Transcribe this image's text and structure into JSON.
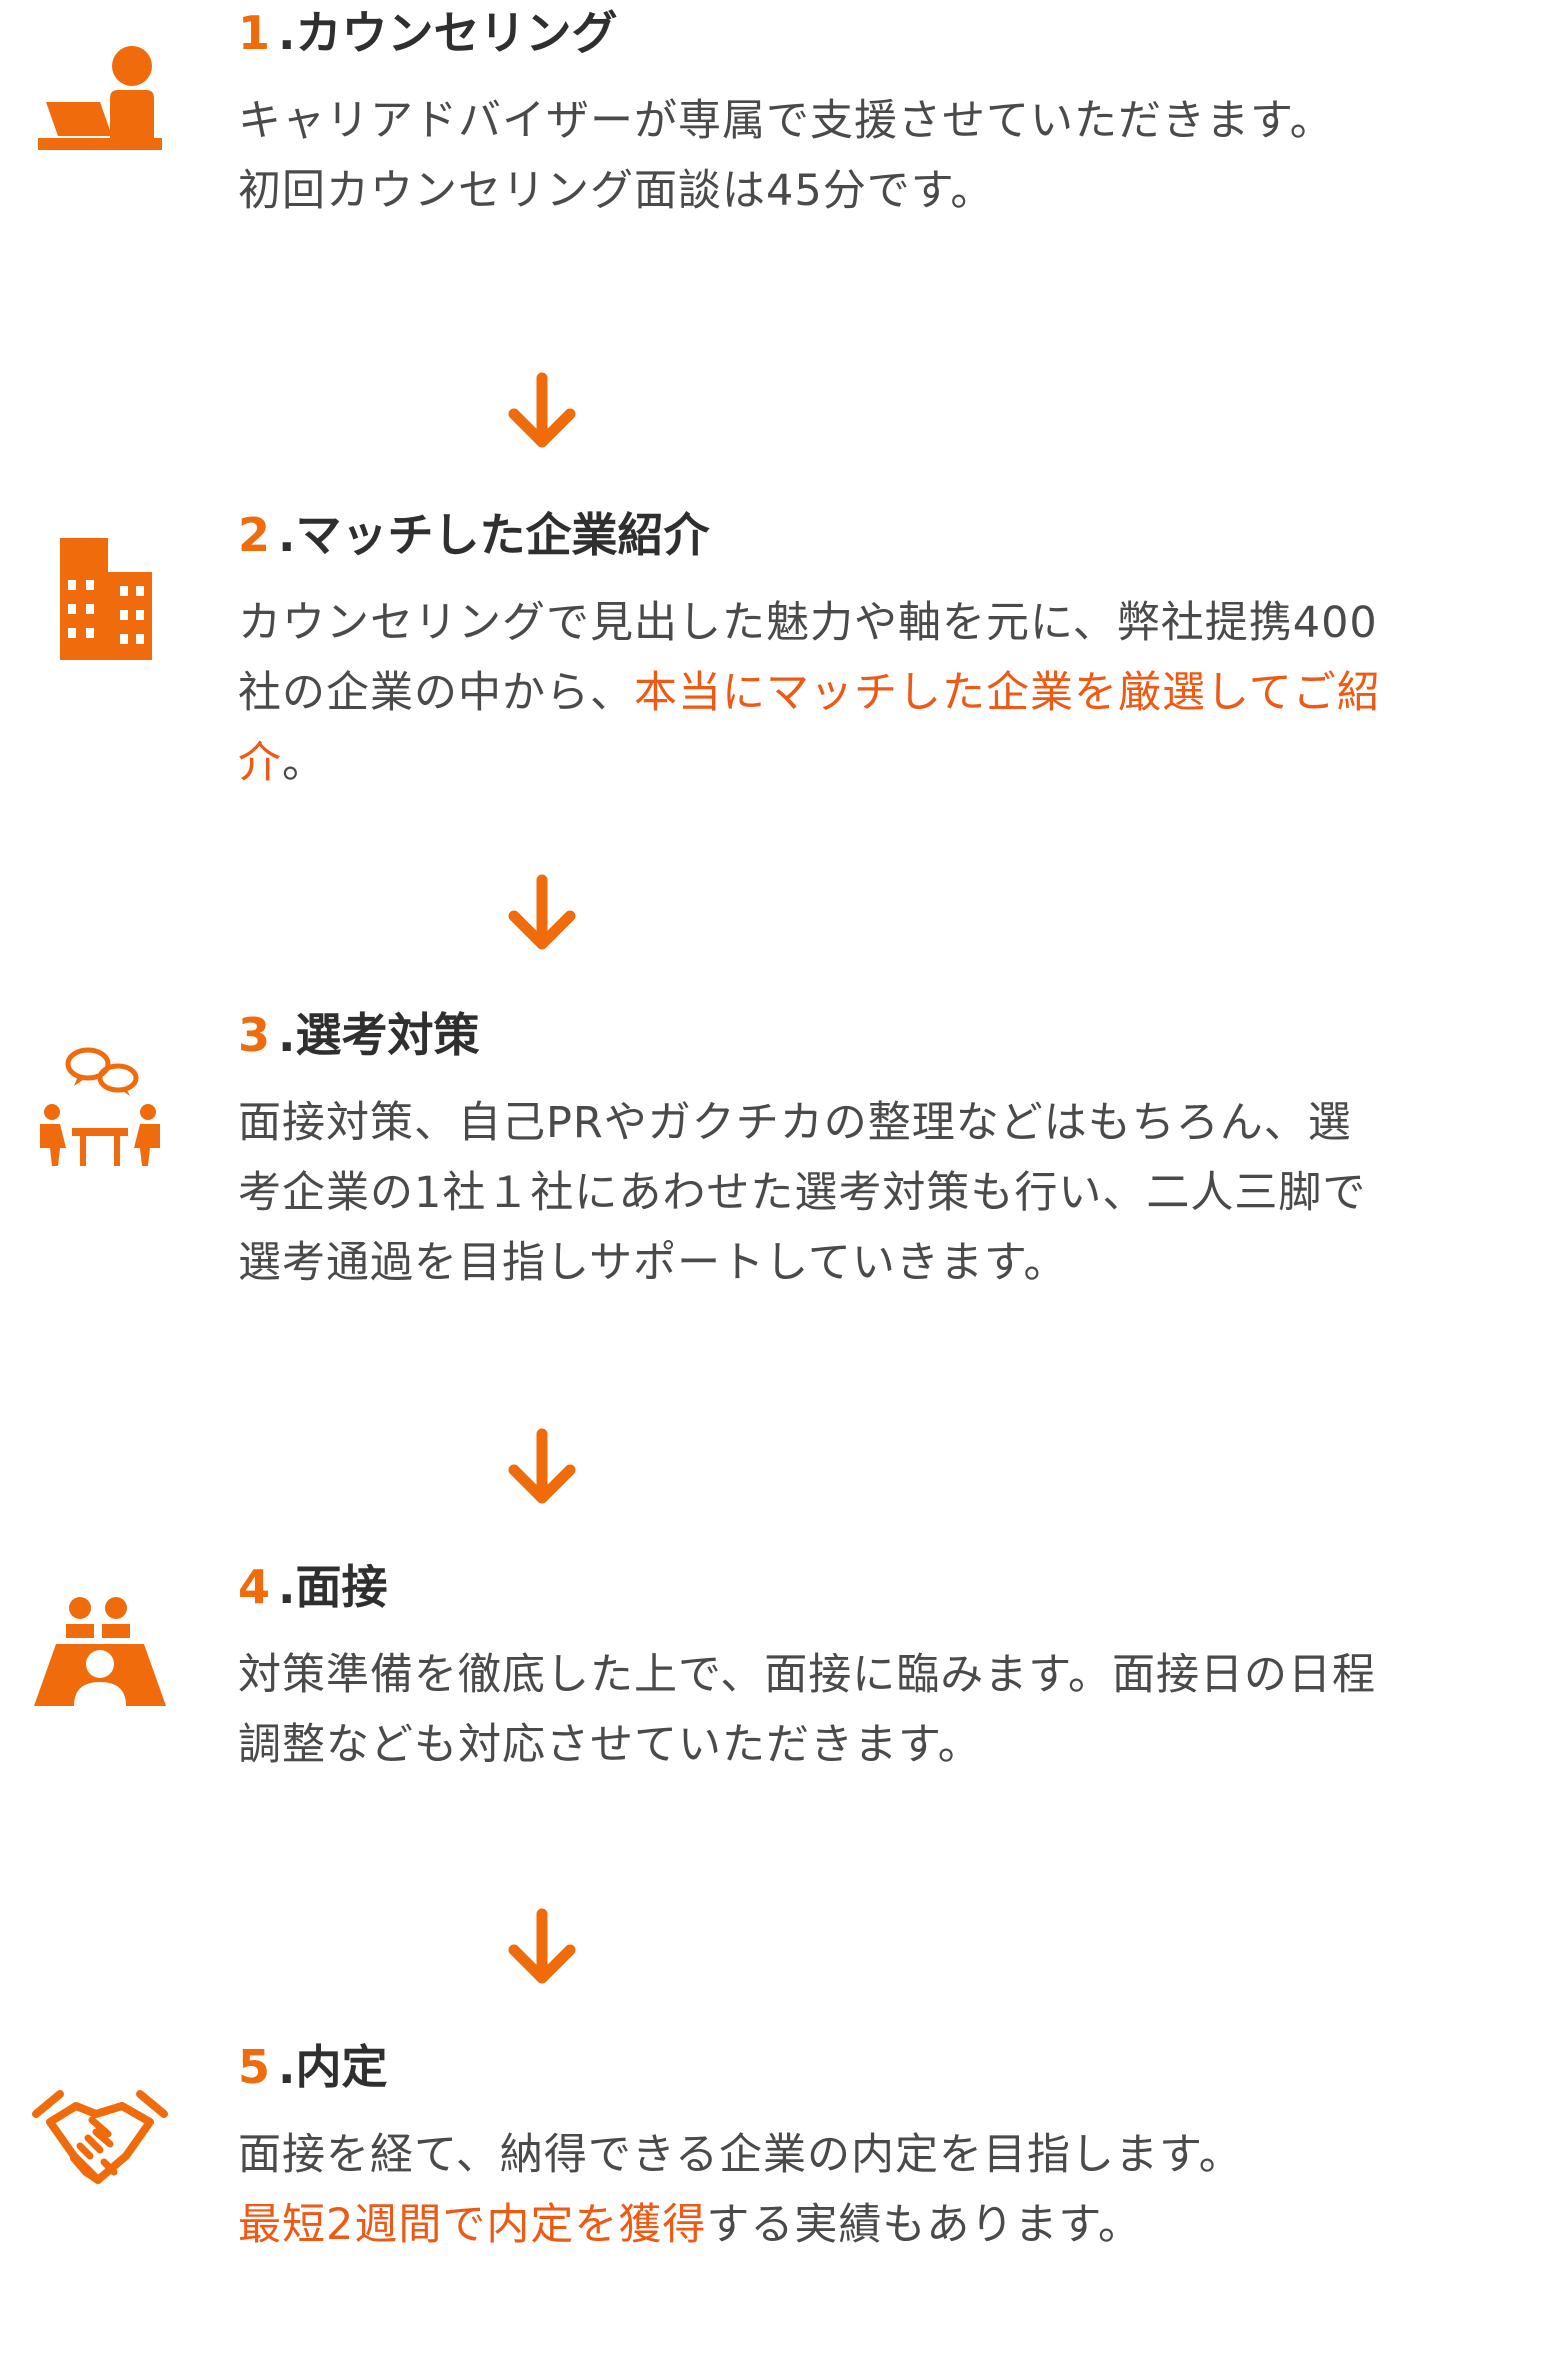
{
  "colors": {
    "accent": "#f06b0c",
    "highlight": "#ee5a14",
    "text": "#4a4a4a",
    "title": "#2f2f2f"
  },
  "steps": [
    {
      "num": "1",
      "title": ".カウンセリング",
      "icon": "counseling-desk-icon",
      "lines": [
        {
          "parts": [
            {
              "text": "キャリアドバイザーが専属で支援させていただきます。",
              "highlight": false
            }
          ]
        },
        {
          "parts": [
            {
              "text": "初回カウンセリング面談は45分です。",
              "highlight": false
            }
          ]
        }
      ]
    },
    {
      "num": "2",
      "title": ".マッチした企業紹介",
      "icon": "building-icon",
      "lines": [
        {
          "parts": [
            {
              "text": "カウンセリングで見出した魅力や軸を元に、弊社提携400",
              "highlight": false
            }
          ]
        },
        {
          "parts": [
            {
              "text": "社の企業の中から、",
              "highlight": false
            },
            {
              "text": "本当にマッチした企業を厳選してご紹",
              "highlight": true
            }
          ]
        },
        {
          "parts": [
            {
              "text": "介",
              "highlight": true
            },
            {
              "text": "。",
              "highlight": false
            }
          ]
        }
      ]
    },
    {
      "num": "3",
      "title": ".選考対策",
      "icon": "discussion-icon",
      "lines": [
        {
          "parts": [
            {
              "text": "面接対策、自己PRやガクチカの整理などはもちろん、選",
              "highlight": false
            }
          ]
        },
        {
          "parts": [
            {
              "text": "考企業の1社１社にあわせた選考対策も行い、二人三脚で",
              "highlight": false
            }
          ]
        },
        {
          "parts": [
            {
              "text": "選考通過を目指しサポートしていきます。",
              "highlight": false
            }
          ]
        }
      ]
    },
    {
      "num": "4",
      "title": ".面接",
      "icon": "interview-icon",
      "lines": [
        {
          "parts": [
            {
              "text": "対策準備を徹底した上で、面接に臨みます。面接日の日程",
              "highlight": false
            }
          ]
        },
        {
          "parts": [
            {
              "text": "調整なども対応させていただきます。",
              "highlight": false
            }
          ]
        }
      ]
    },
    {
      "num": "5",
      "title": ".内定",
      "icon": "handshake-icon",
      "lines": [
        {
          "parts": [
            {
              "text": "面接を経て、納得できる企業の内定を目指します。",
              "highlight": false
            }
          ]
        },
        {
          "parts": [
            {
              "text": "最短2週間で内定を獲得",
              "highlight": true
            },
            {
              "text": "する実績もあります。",
              "highlight": false
            }
          ]
        }
      ]
    }
  ],
  "arrows": [
    "arrow-down-icon",
    "arrow-down-icon",
    "arrow-down-icon",
    "arrow-down-icon"
  ]
}
